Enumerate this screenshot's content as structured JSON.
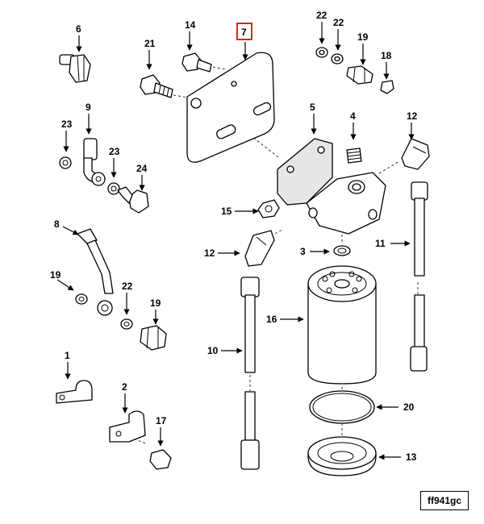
{
  "diagram_ref": "ff941gc",
  "highlighted_callout": "7",
  "callouts": {
    "c1": "1",
    "c2": "2",
    "c3": "3",
    "c4": "4",
    "c5": "5",
    "c6": "6",
    "c7": "7",
    "c8": "8",
    "c9": "9",
    "c10": "10",
    "c11": "11",
    "c12a": "12",
    "c12b": "12",
    "c13": "13",
    "c15": "15",
    "c16": "16",
    "c17": "17",
    "c18": "18",
    "c19a": "19",
    "c19b": "19",
    "c19c": "19",
    "c20": "20",
    "c21": "21",
    "c22a": "22",
    "c22b": "22",
    "c22c": "22",
    "c23a": "23",
    "c23b": "23",
    "c24": "24",
    "c14": "14"
  }
}
